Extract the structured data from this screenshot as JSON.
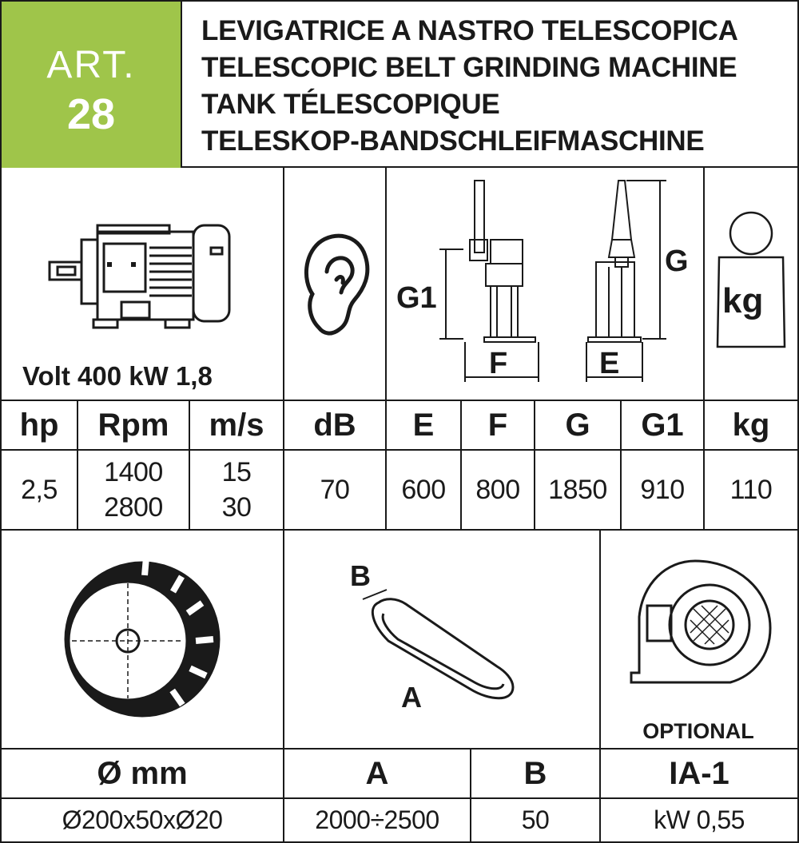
{
  "header": {
    "art_label": "ART.",
    "art_number": "28",
    "titles": [
      "LEVIGATRICE A NASTRO TELESCOPICA",
      "TELESCOPIC BELT GRINDING MACHINE",
      "TANK TÉLESCOPIQUE",
      "TELESKOP-BANDSCHLEIFMASCHINE"
    ]
  },
  "icons_row": {
    "motor_caption": "Volt 400 kW 1,8",
    "dim_labels": {
      "g1": "G1",
      "g": "G",
      "f": "F",
      "e": "E"
    },
    "weight_label": "kg"
  },
  "spec_table": {
    "headers": [
      "hp",
      "Rpm",
      "m/s",
      "dB",
      "E",
      "F",
      "G",
      "G1",
      "kg"
    ],
    "values": {
      "hp": "2,5",
      "rpm": [
        "1400",
        "2800"
      ],
      "ms": [
        "15",
        "30"
      ],
      "db": "70",
      "e": "600",
      "f": "800",
      "g": "1850",
      "g1": "910",
      "kg": "110"
    }
  },
  "accessories": {
    "belt_labels": {
      "a": "A",
      "b": "B"
    },
    "optional_label": "OPTIONAL"
  },
  "bottom_table": {
    "headers": [
      "Ø mm",
      "A",
      "B",
      "IA-1"
    ],
    "values": [
      "Ø200x50xØ20",
      "2000÷2500",
      "50",
      "kW 0,55"
    ]
  },
  "colors": {
    "accent": "#9fc54a",
    "ink": "#1a1a1a"
  }
}
